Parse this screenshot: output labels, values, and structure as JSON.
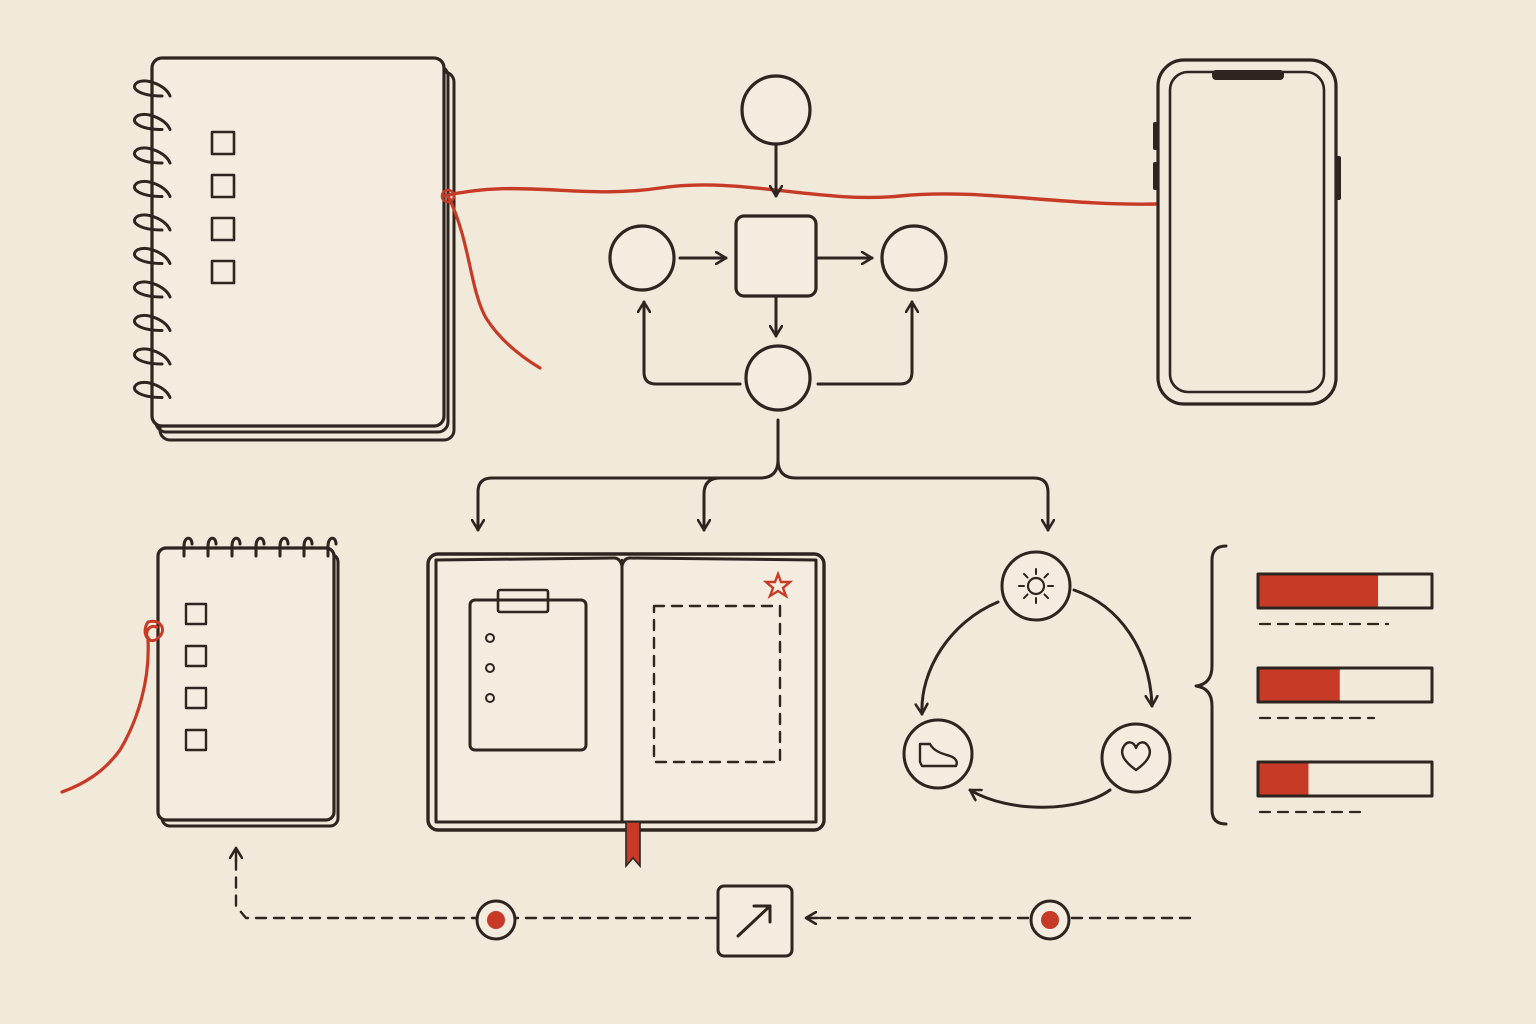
{
  "colors": {
    "background": "#f1e9da",
    "ink": "#2e2521",
    "accent": "#c63a26",
    "paper": "#f4ecde"
  },
  "large_notebook": {
    "checkbox_count": 4,
    "rings": 10
  },
  "small_notepad": {
    "checkbox_count": 4,
    "rings": 7
  },
  "flow_nodes": [
    "circle",
    "square",
    "circle",
    "circle",
    "circle"
  ],
  "habit_cycle": {
    "icons": [
      "sun-icon",
      "heart-icon",
      "sneaker-icon"
    ]
  },
  "progress_bars": [
    {
      "fill": 0.69
    },
    {
      "fill": 0.47
    },
    {
      "fill": 0.29
    }
  ],
  "timeline": {
    "icon": "arrow-up-right-icon",
    "markers": 2
  }
}
